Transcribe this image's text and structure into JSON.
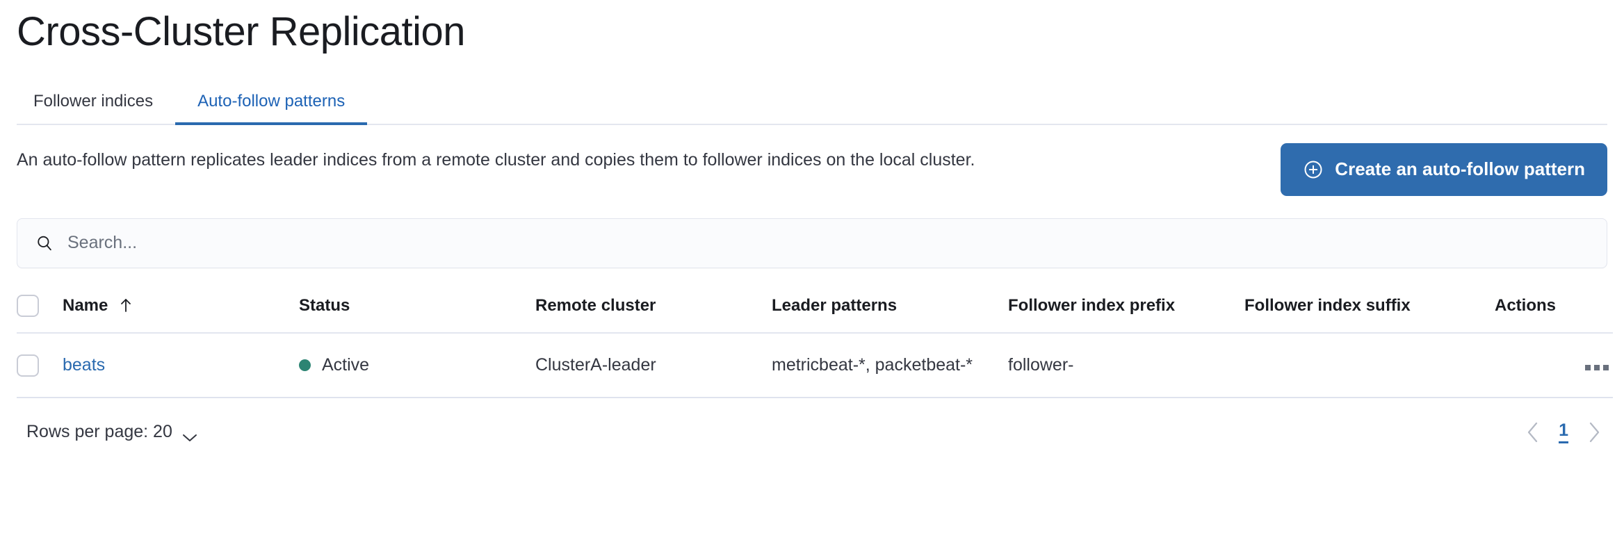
{
  "page": {
    "title": "Cross-Cluster Replication"
  },
  "tabs": [
    {
      "label": "Follower indices",
      "active": false,
      "name": "tab-follower-indices"
    },
    {
      "label": "Auto-follow patterns",
      "active": true,
      "name": "tab-auto-follow-patterns"
    }
  ],
  "description": "An auto-follow pattern replicates leader indices from a remote cluster and copies them to follower indices on the local cluster.",
  "create_button": {
    "label": "Create an auto-follow pattern",
    "icon": "plus-in-circle-icon",
    "color": "#2f6cae"
  },
  "search": {
    "value": "",
    "placeholder": "Search...",
    "icon": "search-icon"
  },
  "table": {
    "columns": [
      {
        "label": "Name",
        "sorted": "asc"
      },
      {
        "label": "Status"
      },
      {
        "label": "Remote cluster"
      },
      {
        "label": "Leader patterns"
      },
      {
        "label": "Follower index prefix"
      },
      {
        "label": "Follower index suffix"
      },
      {
        "label": "Actions"
      }
    ],
    "rows": [
      {
        "name": "beats",
        "status": "Active",
        "status_color": "#2c8473",
        "remote_cluster": "ClusterA-leader",
        "leader_patterns": "metricbeat-*, packetbeat-*",
        "follower_index_prefix": "follower-",
        "follower_index_suffix": "",
        "actions_icon": "ellipsis-horizontal-icon"
      }
    ]
  },
  "footer": {
    "rows_per_page_label": "Rows per page: 20",
    "pagination": {
      "prev_icon": "chevron-left-icon",
      "next_icon": "chevron-right-icon",
      "current_page": "1"
    }
  }
}
